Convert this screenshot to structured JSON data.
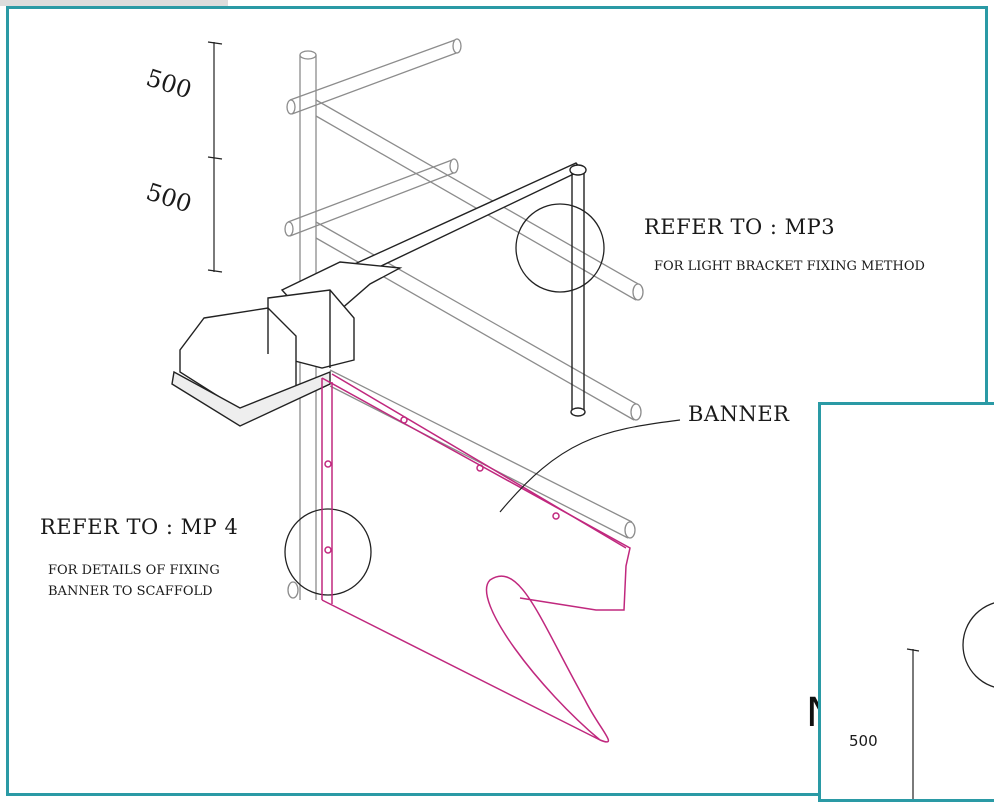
{
  "labels": {
    "dim_upper": "500",
    "dim_lower": "500",
    "ref_mp3_title": "REFER TO : MP3",
    "ref_mp3_sub": "FOR LIGHT BRACKET FIXING METHOD",
    "banner": "BANNER",
    "ref_mp4_title": "REFER TO : MP 4",
    "ref_mp4_sub_line1": "FOR DETAILS OF FIXING",
    "ref_mp4_sub_line2": "BANNER TO SCAFFOLD",
    "overlay_dim": "500",
    "partial_letter": "N"
  },
  "colors": {
    "frame": "#2a9aa5",
    "banner": "#c0287e",
    "line": "#222222",
    "scaffold": "#9a9a9a"
  }
}
